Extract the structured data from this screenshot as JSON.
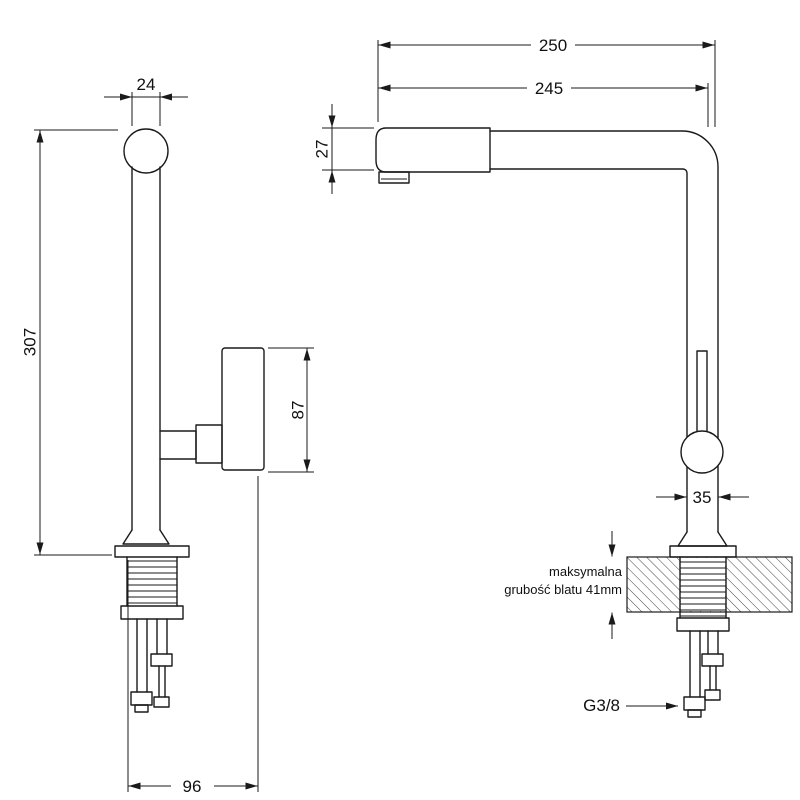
{
  "drawing_title": "Kitchen faucet technical dimension drawing",
  "front_view": {
    "dim_spout_width": "24",
    "dim_height": "307",
    "dim_handle": "87",
    "dim_base": "96"
  },
  "side_view": {
    "dim_reach_outer": "250",
    "dim_reach": "245",
    "dim_spout_h": "27",
    "dim_riser": "35",
    "note_line1": "maksymalna",
    "note_line2": "grubość blatu 41mm",
    "dim_thread": "G3/8"
  },
  "colors": {
    "line": "#1a1a1a",
    "background": "#ffffff"
  }
}
